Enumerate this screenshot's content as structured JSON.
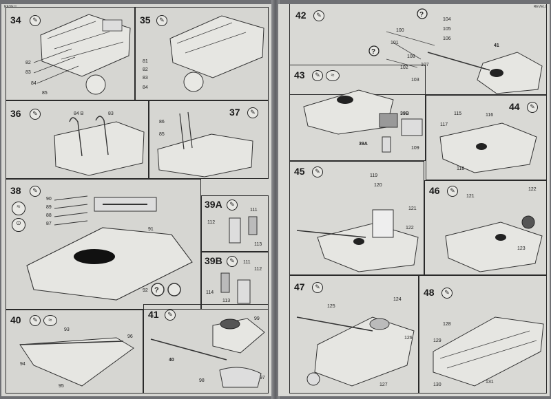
{
  "left_page": {
    "corner_label": "REVELL",
    "steps": [
      {
        "number": "34",
        "parts": [
          "82",
          "83",
          "84",
          "85"
        ]
      },
      {
        "number": "35",
        "parts": [
          "81",
          "82",
          "83",
          "84"
        ]
      },
      {
        "number": "36",
        "parts": [
          "84 B",
          "83"
        ]
      },
      {
        "number": "37",
        "parts": [
          "86",
          "85"
        ]
      },
      {
        "number": "38",
        "parts": [
          "90",
          "89",
          "88",
          "87",
          "91",
          "92"
        ]
      },
      {
        "number": "39A",
        "parts": [
          "111",
          "112",
          "113"
        ]
      },
      {
        "number": "39B",
        "parts": [
          "111",
          "112",
          "113",
          "114"
        ]
      },
      {
        "number": "40",
        "parts": [
          "93",
          "94",
          "95",
          "96"
        ]
      },
      {
        "number": "41",
        "parts": [
          "40",
          "99",
          "98",
          "97"
        ]
      }
    ]
  },
  "right_page": {
    "corner_label": "REVELL",
    "steps": [
      {
        "number": "42",
        "parts": [
          "41",
          "100",
          "101",
          "102",
          "103",
          "104",
          "105",
          "106",
          "107",
          "108"
        ]
      },
      {
        "number": "43",
        "parts": [
          "39B",
          "39A",
          "109"
        ]
      },
      {
        "number": "44",
        "parts": [
          "115",
          "116",
          "117",
          "118"
        ]
      },
      {
        "number": "45",
        "parts": [
          "119",
          "120",
          "121",
          "122"
        ]
      },
      {
        "number": "46",
        "parts": [
          "121",
          "122",
          "123"
        ]
      },
      {
        "number": "47",
        "parts": [
          "124",
          "125",
          "126",
          "127"
        ]
      },
      {
        "number": "48",
        "parts": [
          "128",
          "129",
          "130",
          "131"
        ]
      }
    ]
  },
  "icons": {
    "paint": "paint-brush-icon",
    "glue": "glue-icon",
    "question": "question-mark-icon"
  }
}
